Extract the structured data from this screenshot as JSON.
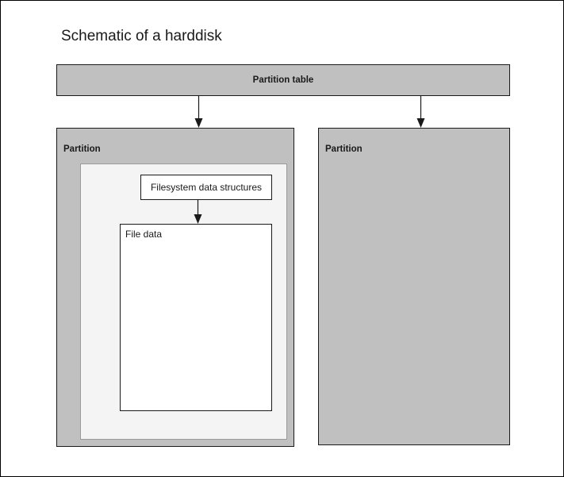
{
  "diagram": {
    "title": "Schematic of a harddisk",
    "type": "block-diagram",
    "colors": {
      "partition_fill": "#c0c0c0",
      "filesystem_area_fill": "#f4f4f4",
      "inner_box_fill": "#ffffff",
      "border": "#1a1a1a",
      "inner_border": "#9a9a9a",
      "text": "#1a1a1a",
      "page_background": "#ffffff"
    },
    "nodes": {
      "partition_table": {
        "label": "Partition table",
        "fill": "#c0c0c0",
        "text_align": "center",
        "bold": true
      },
      "partition_left": {
        "label": "Partition",
        "fill": "#c0c0c0",
        "text_align": "left",
        "bold": true
      },
      "partition_right": {
        "label": "Partition",
        "fill": "#c0c0c0",
        "text_align": "left",
        "bold": true
      },
      "filesystem_area": {
        "label": "",
        "fill": "#f4f4f4"
      },
      "filesystem_structures": {
        "label": "Filesystem data structures",
        "fill": "#ffffff",
        "text_align": "center",
        "bold": false
      },
      "file_data": {
        "label": "File data",
        "fill": "#ffffff",
        "text_align": "left",
        "bold": false
      }
    },
    "edges": [
      {
        "name": "partition-table-to-partition-left",
        "from": "partition_table",
        "to": "partition_left",
        "arrowhead": "solid-triangle"
      },
      {
        "name": "partition-table-to-partition-right",
        "from": "partition_table",
        "to": "partition_right",
        "arrowhead": "solid-triangle"
      },
      {
        "name": "filesystem-structures-to-file-data",
        "from": "filesystem_structures",
        "to": "file_data",
        "arrowhead": "solid-triangle"
      }
    ]
  }
}
